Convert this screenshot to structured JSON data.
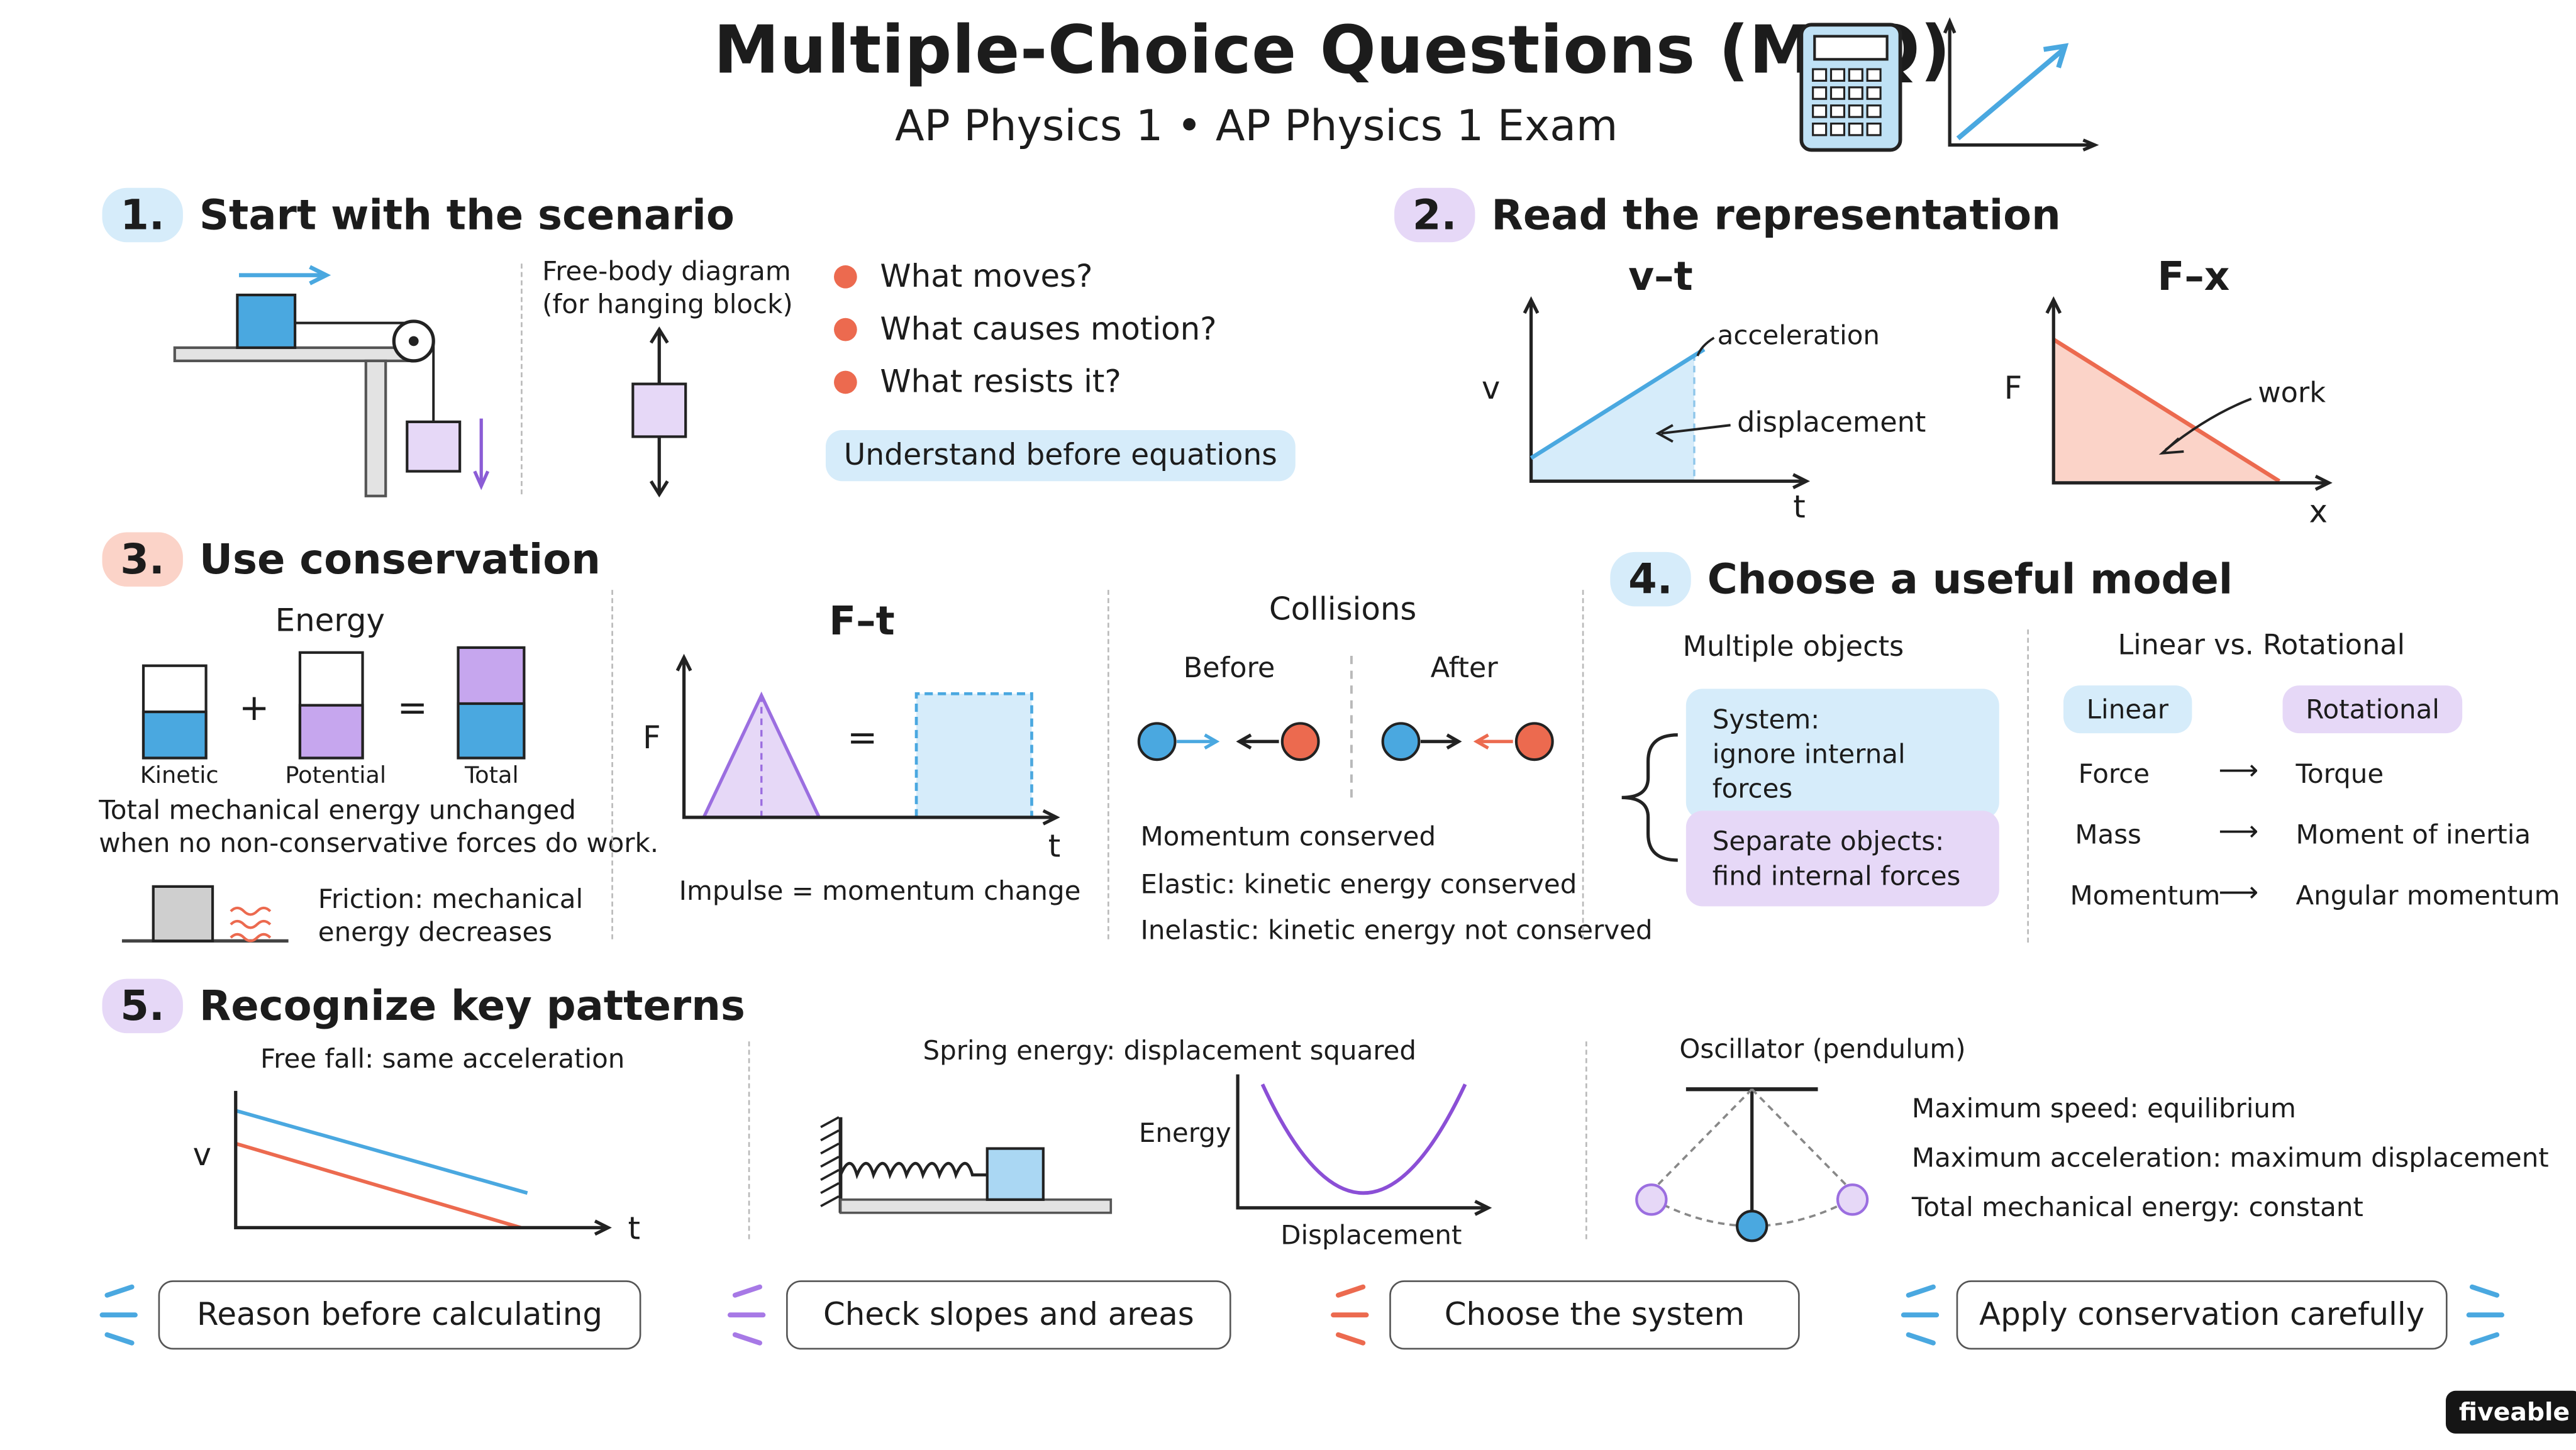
{
  "header": {
    "title": "Multiple-Choice Questions (MCQ)",
    "subtitle": "AP Physics 1 • AP Physics 1 Exam"
  },
  "colors": {
    "blue": "#4aa8e0",
    "blueFill": "#d6ecfa",
    "purple": "#b48be6",
    "purpleFill": "#e6d8f7",
    "coral": "#ec6a4f",
    "coralFill": "#fbd3c8"
  },
  "icons": [
    "calculator-icon",
    "graph-arrow-icon",
    "wave-icon"
  ],
  "section1": {
    "number": "1.",
    "title": "Start with the scenario",
    "fbd_label_1": "Free-body diagram",
    "fbd_label_2": "(for hanging block)",
    "questions": [
      "What moves?",
      "What causes motion?",
      "What resists it?"
    ],
    "tagline": "Understand before equations"
  },
  "section2": {
    "number": "2.",
    "title": "Read the representation",
    "vt": {
      "title": "v–t",
      "ylabel": "v",
      "xlabel": "t",
      "ann_slope": "acceleration",
      "ann_area": "displacement"
    },
    "fx": {
      "title": "F–x",
      "ylabel": "F",
      "xlabel": "x",
      "ann_area": "work"
    }
  },
  "section3": {
    "number": "3.",
    "title": "Use conservation",
    "energy": {
      "title": "Energy",
      "bars": [
        "Kinetic",
        "Potential",
        "Total"
      ],
      "plus": "+",
      "equals": "=",
      "note_1": "Total mechanical energy unchanged",
      "note_2": "when no non-conservative forces do work.",
      "friction_1": "Friction: mechanical",
      "friction_2": "energy decreases"
    },
    "ft": {
      "title": "F–t",
      "ylabel": "F",
      "xlabel": "t",
      "equals": "=",
      "caption": "Impulse = momentum change"
    },
    "collisions": {
      "title": "Collisions",
      "before": "Before",
      "after": "After",
      "lines": [
        "Momentum conserved",
        "Elastic: kinetic energy conserved",
        "Inelastic: kinetic energy not conserved"
      ]
    }
  },
  "section4": {
    "number": "4.",
    "title": "Choose a useful model",
    "multiple_objects": "Multiple objects",
    "option_1_line1": "System:",
    "option_1_line2": "ignore internal forces",
    "option_2_line1": "Separate objects:",
    "option_2_line2": "find internal forces",
    "lin_rot": {
      "title": "Linear vs. Rotational",
      "linear": "Linear",
      "rotational": "Rotational",
      "arrow": "⟶",
      "rows": [
        {
          "linear": "Force",
          "rotational": "Torque"
        },
        {
          "linear": "Mass",
          "rotational": "Moment of inertia"
        },
        {
          "linear": "Momentum",
          "rotational": "Angular momentum"
        }
      ]
    }
  },
  "section5": {
    "number": "5.",
    "title": "Recognize key patterns",
    "freefall": {
      "title": "Free fall: same acceleration",
      "ylabel": "v",
      "xlabel": "t"
    },
    "spring": {
      "title": "Spring energy: displacement squared",
      "ylabel": "Energy",
      "xlabel": "Displacement"
    },
    "oscillator": {
      "title": "Oscillator (pendulum)",
      "lines": [
        "Maximum speed: equilibrium",
        "Maximum acceleration: maximum displacement",
        "Total mechanical energy: constant"
      ]
    }
  },
  "footer": {
    "buttons": [
      "Reason before calculating",
      "Check slopes and areas",
      "Choose the system",
      "Apply conservation carefully"
    ],
    "brand": "fiveable"
  }
}
